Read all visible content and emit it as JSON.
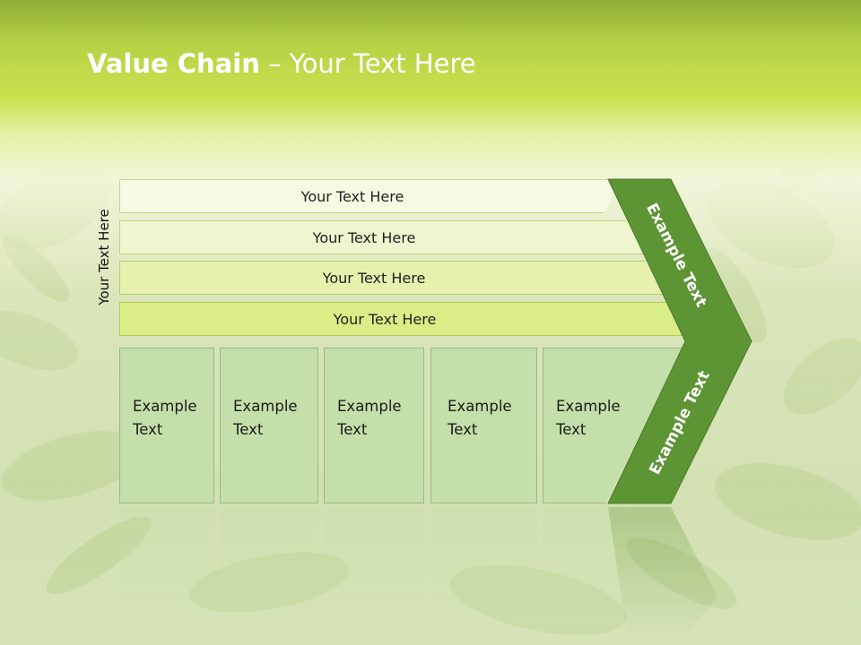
{
  "title": {
    "bold": "Value Chain",
    "rest": " – Your Text Here"
  },
  "side_label": "Your Text Here",
  "bars": [
    {
      "label": "Your Text Here",
      "color": "#f6fae2"
    },
    {
      "label": "Your Text Here",
      "color": "#eef5cf"
    },
    {
      "label": "Your Text Here",
      "color": "#e6f1ad"
    },
    {
      "label": "Your Text Here",
      "color": "#daed87"
    }
  ],
  "boxes": [
    {
      "line1": "Example",
      "line2": "Text"
    },
    {
      "line1": "Example",
      "line2": "Text"
    },
    {
      "line1": "Example",
      "line2": "Text"
    },
    {
      "line1": "Example",
      "line2": "Text"
    },
    {
      "line1": "Example",
      "line2": "Text"
    }
  ],
  "arrow": {
    "upper_label": "Example Text",
    "lower_label": "Example Text",
    "color": "#5d9434"
  },
  "colors": {
    "box_fill": "#c4dfa9",
    "title_text": "#ffffff"
  }
}
